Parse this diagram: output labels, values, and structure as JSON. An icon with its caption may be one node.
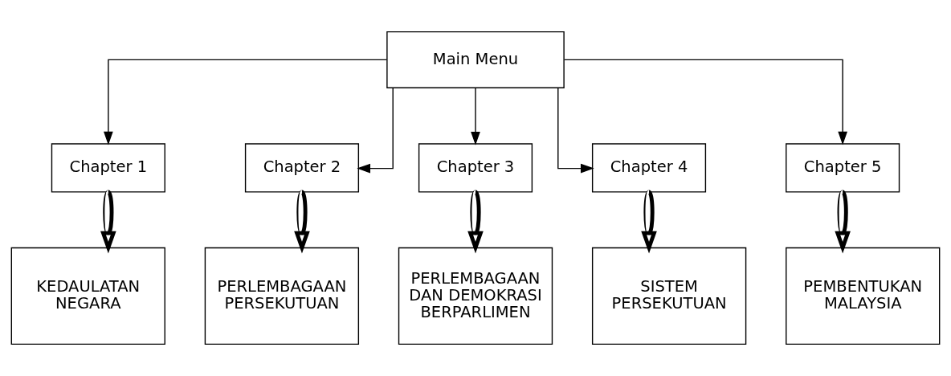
{
  "diagram": {
    "nodes": [
      {
        "text": [
          "Main Menu"
        ]
      },
      {
        "text": [
          "Chapter 1"
        ]
      },
      {
        "text": [
          "Chapter 2"
        ]
      },
      {
        "text": [
          "Chapter 3"
        ]
      },
      {
        "text": [
          "Chapter 4"
        ]
      },
      {
        "text": [
          "Chapter 5"
        ]
      },
      {
        "text": [
          "KEDAULATAN NEGARA"
        ]
      },
      {
        "text": [
          "PERLEMBAGAAN PERSEKUTUAN"
        ]
      },
      {
        "text": [
          "PERLEMBAGAAN DAN DEMOKRASI BERPARLIMEN"
        ]
      },
      {
        "text": [
          "SISTEM PERSEKUTUAN"
        ]
      },
      {
        "text": [
          "PEMBENTUKAN MALAYSIA"
        ]
      }
    ],
    "edges": [
      {
        "from": 0,
        "to": 1,
        "arrow": "to"
      },
      {
        "from": 0,
        "to": 2,
        "arrow": "to"
      },
      {
        "from": 0,
        "to": 3,
        "arrow": "to"
      },
      {
        "from": 0,
        "to": 4,
        "arrow": "to"
      },
      {
        "from": 0,
        "to": 5,
        "arrow": "to"
      },
      {
        "from": 1,
        "to": 6,
        "arrow": "to",
        "style": "thick"
      },
      {
        "from": 2,
        "to": 7,
        "arrow": "to",
        "style": "thick"
      },
      {
        "from": 3,
        "to": 8,
        "arrow": "to",
        "style": "thick"
      },
      {
        "from": 4,
        "to": 9,
        "arrow": "to",
        "style": "thick"
      },
      {
        "from": 5,
        "to": 10,
        "arrow": "to",
        "style": "thick"
      }
    ]
  }
}
